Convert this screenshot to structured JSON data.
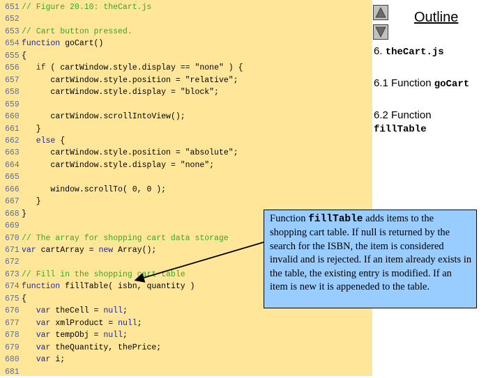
{
  "code": {
    "lines": [
      {
        "num": "651",
        "indent": "",
        "parts": [
          {
            "t": "// Figure 20.10: theCart.js",
            "c": "cm"
          }
        ]
      },
      {
        "num": "652",
        "indent": "",
        "parts": []
      },
      {
        "num": "653",
        "indent": "",
        "parts": [
          {
            "t": "// Cart button pressed.",
            "c": "cm"
          }
        ]
      },
      {
        "num": "654",
        "indent": "",
        "parts": [
          {
            "t": "function",
            "c": "kw"
          },
          {
            "t": " goCart()",
            "c": "tx"
          }
        ]
      },
      {
        "num": "655",
        "indent": "",
        "parts": [
          {
            "t": "{",
            "c": "tx"
          }
        ]
      },
      {
        "num": "656",
        "indent": "   ",
        "parts": [
          {
            "t": "if",
            "c": "kw"
          },
          {
            "t": " ( cartWindow.style.display == \"none\" ) {",
            "c": "tx"
          }
        ]
      },
      {
        "num": "657",
        "indent": "      ",
        "parts": [
          {
            "t": "cartWindow.style.position = \"relative\";",
            "c": "tx"
          }
        ]
      },
      {
        "num": "658",
        "indent": "      ",
        "parts": [
          {
            "t": "cartWindow.style.display = \"block\";",
            "c": "tx"
          }
        ]
      },
      {
        "num": "659",
        "indent": "",
        "parts": []
      },
      {
        "num": "660",
        "indent": "      ",
        "parts": [
          {
            "t": "cartWindow.scrollIntoView();",
            "c": "tx"
          }
        ]
      },
      {
        "num": "661",
        "indent": "   ",
        "parts": [
          {
            "t": "}",
            "c": "tx"
          }
        ]
      },
      {
        "num": "662",
        "indent": "   ",
        "parts": [
          {
            "t": "else",
            "c": "kw"
          },
          {
            "t": " {",
            "c": "tx"
          }
        ]
      },
      {
        "num": "663",
        "indent": "      ",
        "parts": [
          {
            "t": "cartWindow.style.position = \"absolute\";",
            "c": "tx"
          }
        ]
      },
      {
        "num": "664",
        "indent": "      ",
        "parts": [
          {
            "t": "cartWindow.style.display = \"none\";",
            "c": "tx"
          }
        ]
      },
      {
        "num": "665",
        "indent": "",
        "parts": []
      },
      {
        "num": "666",
        "indent": "      ",
        "parts": [
          {
            "t": "window.scrollTo( 0, 0 );",
            "c": "tx"
          }
        ]
      },
      {
        "num": "667",
        "indent": "   ",
        "parts": [
          {
            "t": "}",
            "c": "tx"
          }
        ]
      },
      {
        "num": "668",
        "indent": "",
        "parts": [
          {
            "t": "}",
            "c": "tx"
          }
        ]
      },
      {
        "num": "669",
        "indent": "",
        "parts": []
      },
      {
        "num": "670",
        "indent": "",
        "parts": [
          {
            "t": "// The array for shopping cart data storage",
            "c": "cm"
          }
        ]
      },
      {
        "num": "671",
        "indent": "",
        "parts": [
          {
            "t": "var",
            "c": "kw"
          },
          {
            "t": " cartArray = ",
            "c": "tx"
          },
          {
            "t": "new",
            "c": "kw"
          },
          {
            "t": " Array();",
            "c": "tx"
          }
        ]
      },
      {
        "num": "672",
        "indent": "",
        "parts": []
      },
      {
        "num": "673",
        "indent": "",
        "parts": [
          {
            "t": "// Fill in the shopping cart table",
            "c": "cm"
          }
        ]
      },
      {
        "num": "674",
        "indent": "",
        "parts": [
          {
            "t": "function",
            "c": "kw"
          },
          {
            "t": " fillTable( isbn, quantity )",
            "c": "tx"
          }
        ]
      },
      {
        "num": "675",
        "indent": "",
        "parts": [
          {
            "t": "{",
            "c": "tx"
          }
        ]
      },
      {
        "num": "676",
        "indent": "   ",
        "parts": [
          {
            "t": "var",
            "c": "kw"
          },
          {
            "t": " theCell = ",
            "c": "tx"
          },
          {
            "t": "null",
            "c": "kw"
          },
          {
            "t": ";",
            "c": "tx"
          }
        ]
      },
      {
        "num": "677",
        "indent": "   ",
        "parts": [
          {
            "t": "var",
            "c": "kw"
          },
          {
            "t": " xmlProduct = ",
            "c": "tx"
          },
          {
            "t": "null",
            "c": "kw"
          },
          {
            "t": ";",
            "c": "tx"
          }
        ]
      },
      {
        "num": "678",
        "indent": "   ",
        "parts": [
          {
            "t": "var",
            "c": "kw"
          },
          {
            "t": " tempObj = ",
            "c": "tx"
          },
          {
            "t": "null",
            "c": "kw"
          },
          {
            "t": ";",
            "c": "tx"
          }
        ]
      },
      {
        "num": "679",
        "indent": "   ",
        "parts": [
          {
            "t": "var",
            "c": "kw"
          },
          {
            "t": " theQuantity, thePrice;",
            "c": "tx"
          }
        ]
      },
      {
        "num": "680",
        "indent": "   ",
        "parts": [
          {
            "t": "var",
            "c": "kw"
          },
          {
            "t": " i;",
            "c": "tx"
          }
        ]
      },
      {
        "num": "681",
        "indent": "",
        "parts": []
      }
    ]
  },
  "outline": {
    "title": "Outline",
    "nav": {
      "up_icon": "triangle-up-icon",
      "down_icon": "triangle-down-icon"
    },
    "items": [
      {
        "prefix": "6. ",
        "code": "theCart.js",
        "code2": ""
      },
      {
        "prefix": "6.1 Function ",
        "code": "goCart",
        "code2": ""
      },
      {
        "prefix": "6.2 Function",
        "code": "",
        "code2": "fillTable"
      }
    ]
  },
  "callout": {
    "pre": "Function ",
    "code": "fillTable",
    "post": " adds items to the shopping cart table. If null is returned by the search for the ISBN, the item is considered invalid and is rejected.  If an item already exists in the table, the existing entry is modified.  If an item is new it is appeneded to the table."
  },
  "colors": {
    "code_bg": "#ffe699",
    "callout_bg": "#99ccff",
    "comment": "#3aa620",
    "keyword": "#1b2aa0",
    "line_number": "#5a6e9a"
  }
}
